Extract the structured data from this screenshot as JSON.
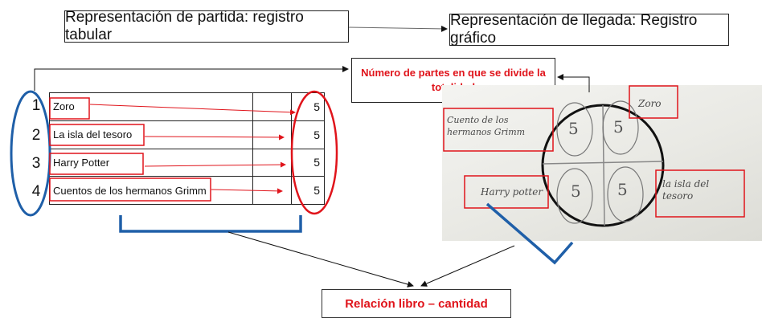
{
  "headings": {
    "start": "Representación de partida: registro tabular",
    "end": "Representación de llegada: Registro gráfico",
    "parts": "Número de partes en que se divide la totalidad",
    "relation": "Relación libro – cantidad"
  },
  "table": {
    "rows": [
      {
        "index": "1",
        "title": "Zoro",
        "value": "5"
      },
      {
        "index": "2",
        "title": "La isla del tesoro",
        "value": "5"
      },
      {
        "index": "3",
        "title": "Harry Potter",
        "value": "5"
      },
      {
        "index": "4",
        "title": "Cuentos de los hermanos Grimm",
        "value": "5"
      }
    ]
  },
  "drawing": {
    "label_zoro": "Zoro",
    "label_cuentos": "Cuento de los hermanos Grimm",
    "label_harry": "Harry potter",
    "label_isla": "la isla del tesoro",
    "quadrant_value": "5"
  },
  "colors": {
    "annotation_red": "#e0141b",
    "bracket_blue": "#1f5fa8",
    "box_border": "#222222"
  }
}
